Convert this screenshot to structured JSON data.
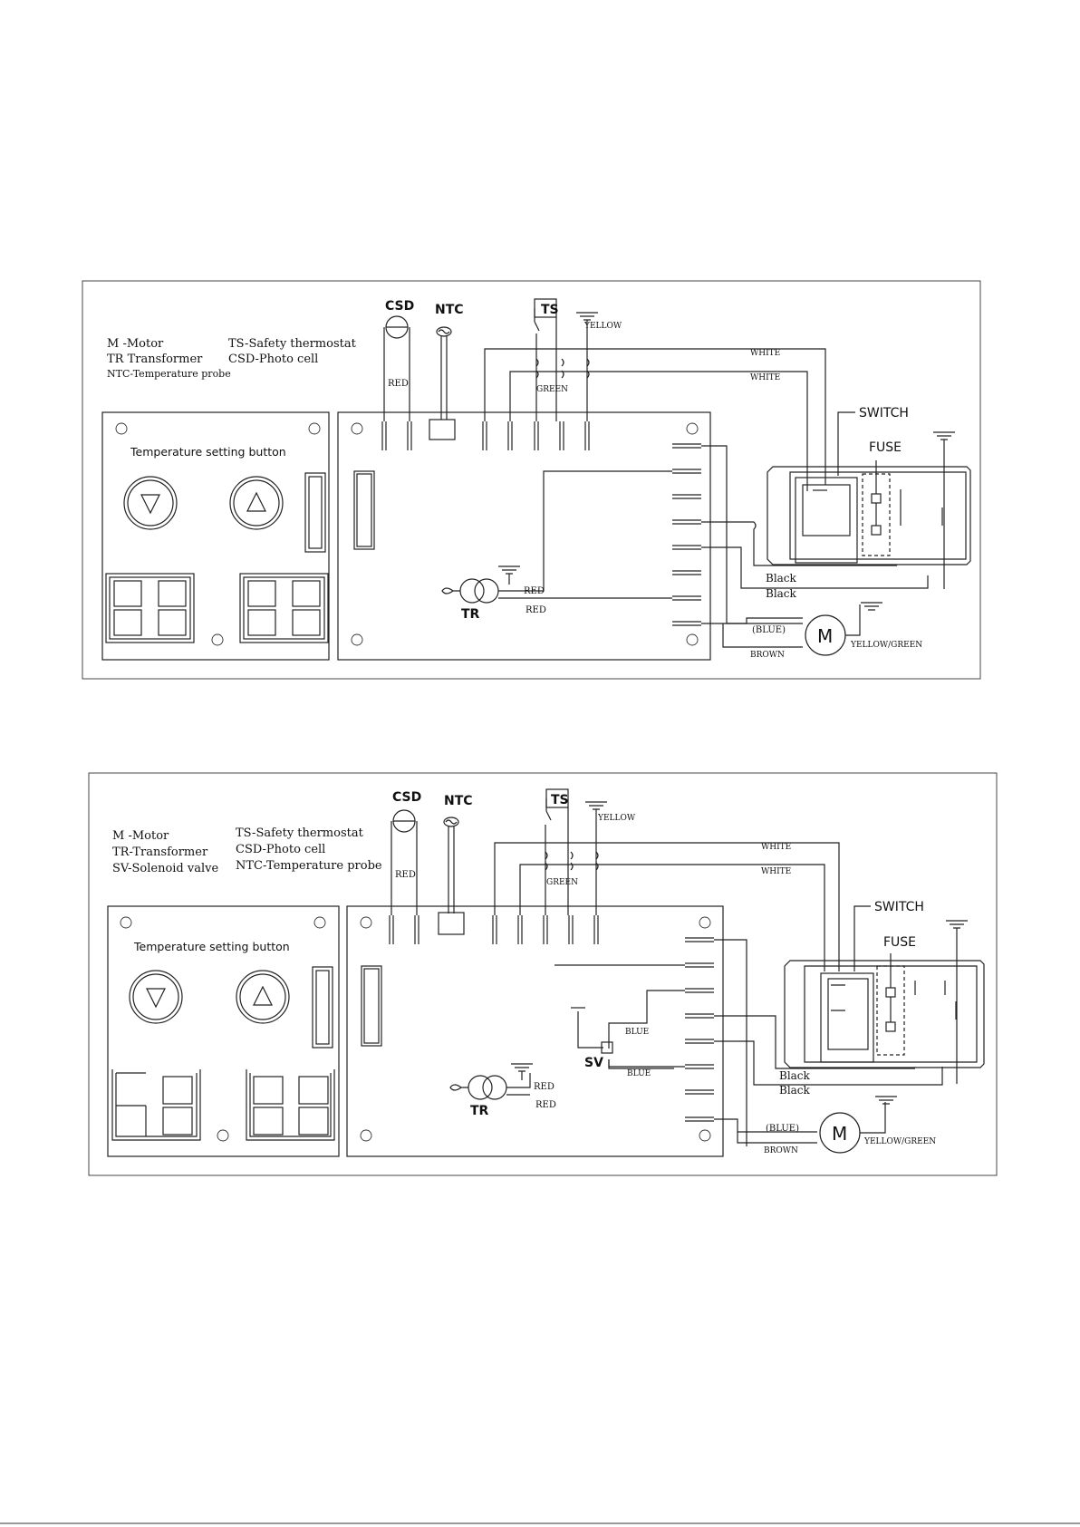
{
  "diagrams": [
    {
      "legend": [
        "M -Motor",
        "TR Transformer",
        "NTC-Temperature probe",
        "TS-Safety thermostat",
        "CSD-Photo cell"
      ],
      "labels": {
        "csd": "CSD",
        "ntc": "NTC",
        "ts": "TS",
        "yellow": "YELLOW",
        "white1": "WHITE",
        "white2": "WHITE",
        "red_csd": "RED",
        "green": "GREEN",
        "temp_button": "Temperature setting button",
        "switch": "SWITCH",
        "fuse": "FUSE",
        "black1": "Black",
        "black2": "Black",
        "tr": "TR",
        "red1": "RED",
        "red2": "RED",
        "blue": "(BLUE)",
        "brown": "BROWN",
        "motor": "M",
        "yellow_green": "YELLOW/GREEN"
      }
    },
    {
      "legend": [
        "M -Motor",
        "TR-Transformer",
        "SV-Solenoid valve",
        "TS-Safety thermostat",
        "CSD-Photo cell",
        "NTC-Temperature probe"
      ],
      "labels": {
        "csd": "CSD",
        "ntc": "NTC",
        "ts": "TS",
        "yellow": "YELLOW",
        "white1": "WHITE",
        "white2": "WHITE",
        "red_csd": "RED",
        "green": "GREEN",
        "temp_button": "Temperature setting button",
        "switch": "SWITCH",
        "fuse": "FUSE",
        "black1": "Black",
        "black2": "Black",
        "tr": "TR",
        "red1": "RED",
        "red2": "RED",
        "sv": "SV",
        "blue1": "BLUE",
        "blue2": "BLUE",
        "blue": "(BLUE)",
        "brown": "BROWN",
        "motor": "M",
        "yellow_green": "YELLOW/GREEN"
      }
    }
  ],
  "icons": [
    "down-arrow-button-icon",
    "up-arrow-button-icon",
    "ground-icon",
    "motor-icon",
    "transformer-icon",
    "thermostat-switch-icon",
    "resistor-icon",
    "fuse-icon",
    "solenoid-valve-icon"
  ]
}
